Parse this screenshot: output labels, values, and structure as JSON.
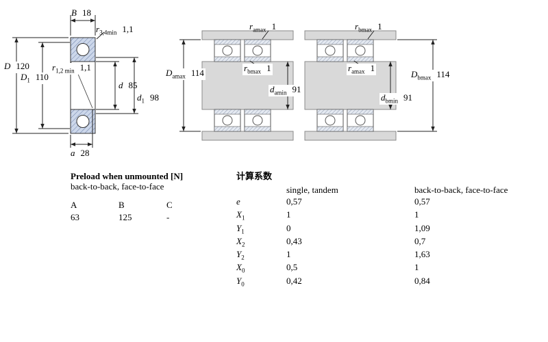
{
  "left_diagram": {
    "dims": {
      "B": {
        "base": "B",
        "sub": "",
        "value": "18"
      },
      "r34": {
        "base": "r",
        "sub": "3,4min",
        "value": "1,1"
      },
      "D": {
        "base": "D",
        "sub": "",
        "value": "120"
      },
      "D1": {
        "base": "D",
        "sub": "1",
        "value": "110"
      },
      "r12": {
        "base": "r",
        "sub": "1,2 min",
        "value": "1,1"
      },
      "d": {
        "base": "d",
        "sub": "",
        "value": "85"
      },
      "d1": {
        "base": "d",
        "sub": "1",
        "value": "98"
      },
      "a": {
        "base": "a",
        "sub": "",
        "value": "28"
      }
    }
  },
  "fig_back_to_back": {
    "r_amax_top": {
      "base": "r",
      "sub": "amax",
      "value": "1"
    },
    "D_amax": {
      "base": "D",
      "sub": "amax",
      "value": "114"
    },
    "r_bmax_in": {
      "base": "r",
      "sub": "bmax",
      "value": "1"
    },
    "d_amin": {
      "base": "d",
      "sub": "amin",
      "value": "91"
    }
  },
  "fig_face_to_face": {
    "r_bmax_top": {
      "base": "r",
      "sub": "bmax",
      "value": "1"
    },
    "r_amax_in": {
      "base": "r",
      "sub": "amax",
      "value": "1"
    },
    "d_bmin": {
      "base": "d",
      "sub": "bmin",
      "value": "91"
    },
    "D_bmax": {
      "base": "D",
      "sub": "bmax",
      "value": "114"
    }
  },
  "preload_table": {
    "title": "Preload when unmounted [N]",
    "subtitle": "back-to-back, face-to-face",
    "columns": [
      "A",
      "B",
      "C"
    ],
    "values": [
      "63",
      "125",
      "-"
    ]
  },
  "factors_table": {
    "title": "计算系数",
    "col1_header": "single, tandem",
    "col2_header": "back-to-back, face-to-face",
    "rows": [
      {
        "base": "e",
        "sub": "",
        "v1": "0,57",
        "v2": "0,57"
      },
      {
        "base": "X",
        "sub": "1",
        "v1": "1",
        "v2": "1"
      },
      {
        "base": "Y",
        "sub": "1",
        "v1": "0",
        "v2": "1,09"
      },
      {
        "base": "X",
        "sub": "2",
        "v1": "0,43",
        "v2": "0,7"
      },
      {
        "base": "Y",
        "sub": "2",
        "v1": "1",
        "v2": "1,63"
      },
      {
        "base": "X",
        "sub": "0",
        "v1": "0,5",
        "v2": "1"
      },
      {
        "base": "Y",
        "sub": "0",
        "v1": "0,42",
        "v2": "0,84"
      }
    ]
  }
}
